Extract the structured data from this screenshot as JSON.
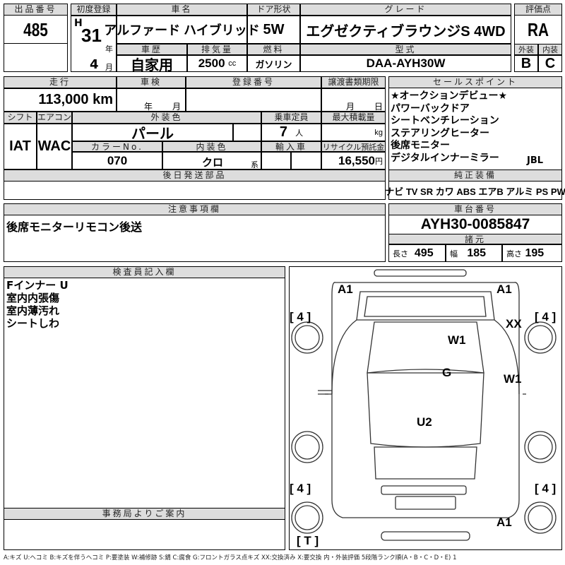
{
  "lot": {
    "label": "出品番号",
    "value": "485"
  },
  "header": {
    "first_reg_label": "初度登録",
    "era": "H",
    "year": "31",
    "year_unit": "年",
    "month": "4",
    "month_unit": "月",
    "car_name_label": "車名",
    "car_name": "アルファード ハイブリッド",
    "door_label": "ドア形状",
    "door": "5W",
    "grade_label": "グレード",
    "grade": "エグゼクティブラウンジS 4WD",
    "history_label": "車歴",
    "history": "自家用",
    "displacement_label": "排気量",
    "displacement": "2500",
    "displacement_unit": "cc",
    "fuel_label": "燃料",
    "fuel": "ガソリン",
    "model_label": "型式",
    "model": "DAA-AYH30W"
  },
  "score": {
    "label": "評価点",
    "value": "RA",
    "ext_label": "外装",
    "int_label": "内装",
    "ext": "B",
    "int": "C"
  },
  "details": {
    "mileage_label": "走行",
    "mileage": "113,000 km",
    "inspection_label": "車検",
    "year_unit": "年",
    "month_unit": "月",
    "reg_label": "登録番号",
    "transfer_label": "譲渡書類期限",
    "day_unit": "日",
    "shift_label": "シフト",
    "ac_label": "エアコン",
    "shift": "IAT",
    "ac": "WAC",
    "color_label": "外装色",
    "color": "パール",
    "capacity_label": "乗車定員",
    "capacity": "7",
    "capacity_unit": "人",
    "load_label": "最大積載量",
    "load_unit": "kg",
    "color_no_label": "カラーNo.",
    "color_no": "070",
    "interior_label": "内装色",
    "interior": "クロ",
    "interior_unit": "系",
    "import_label": "輸入車",
    "recycle_label": "リサイクル預託金",
    "recycle": "16,550",
    "recycle_unit": "円",
    "later_parts_label": "後日発送部品"
  },
  "sales": {
    "label": "セールスポイント",
    "items": [
      "★オークションデビュー★",
      "パワーバックドア",
      "シートベンチレーション",
      "ステアリングヒーター",
      "後席モニター",
      "デジタルインナーミラー"
    ],
    "extra": "JBL",
    "equip_label": "純正装備",
    "equipment": "ナビ TV SR カワ ABS エアB アルミ PS PW"
  },
  "notes": {
    "label": "注意事項欄",
    "text": "後席モニターリモコン後送"
  },
  "chassis": {
    "label": "車台番号",
    "value": "AYH30-0085847",
    "spec_label": "諸元",
    "len_label": "長さ",
    "len": "495",
    "wid_label": "幅",
    "wid": "185",
    "hgt_label": "高さ",
    "hgt": "195"
  },
  "inspector": {
    "label": "検査員記入欄",
    "lines": [
      "Fインナー U",
      "室内内張傷",
      "室内薄汚れ",
      "シートしわ"
    ]
  },
  "office": {
    "label": "事務局よりご案内"
  },
  "diagram": {
    "marks": [
      "A1",
      "A1",
      "[ 4 ]",
      "[ 4 ]",
      "XX",
      "W1",
      "G",
      "W1",
      "U2",
      "[ 4 ]",
      "[ 4 ]",
      "A1",
      "[ T ]"
    ]
  },
  "legend": "A:キズ U:ヘコミ B:キズを伴うヘコミ P:要塗装 W:補修跡 S:錆 C:腐食 G:フロントガラス点キズ XX:交換済み X:要交換 内・外装評価 5段階ランク順(A・B・C・D・E) 1"
}
